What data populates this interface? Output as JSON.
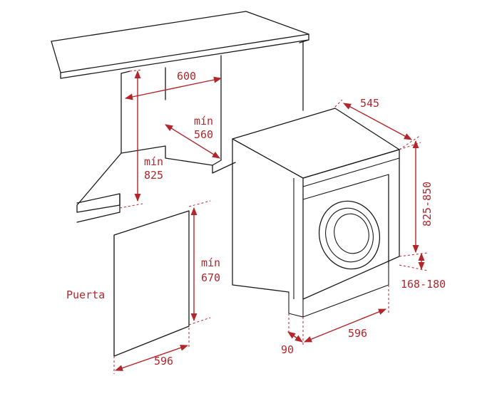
{
  "labels": {
    "cabinet_width": "600",
    "cabinet_depth_min": "mín",
    "cabinet_depth_val": "560",
    "cabinet_height_min": "mín",
    "cabinet_height_val": "825",
    "door_height_min": "mín",
    "door_height_val": "670",
    "door_name": "Puerta",
    "door_width": "596",
    "machine_depth": "545",
    "machine_height": "825-850",
    "plinth_height": "168-180",
    "machine_width": "596",
    "plinth_offset": "90"
  },
  "colors": {
    "dimension": "#b3262b",
    "outline": "#1a1a1a"
  }
}
